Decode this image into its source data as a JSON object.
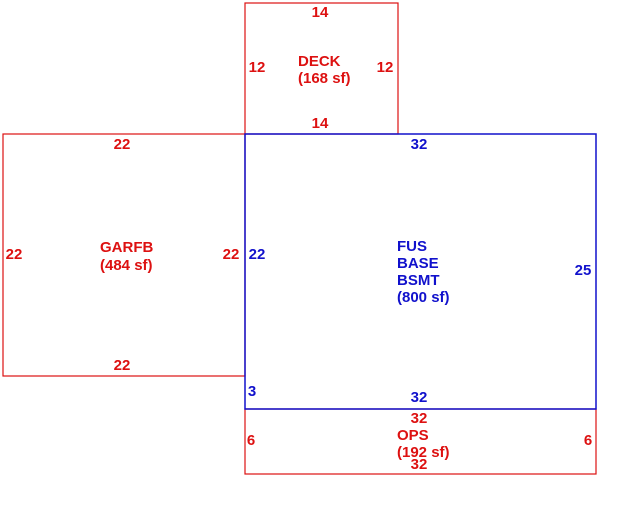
{
  "colors": {
    "red": "#dd1111",
    "blue": "#1111cc"
  },
  "areas": {
    "deck": {
      "name": "DECK",
      "area": "(168 sf)",
      "dims": {
        "top": "14",
        "bottom": "14",
        "left": "12",
        "right": "12"
      }
    },
    "garfb": {
      "name": "GARFB",
      "area": "(484 sf)",
      "dims": {
        "top": "22",
        "bottom": "22",
        "left": "22",
        "right": "22"
      }
    },
    "main": {
      "name_line1": "FUS",
      "name_line2": "BASE",
      "name_line3": "BSMT",
      "area": "(800 sf)",
      "dims": {
        "top": "32",
        "bottom": "32",
        "left": "22",
        "right": "25",
        "lower_left": "3"
      }
    },
    "ops": {
      "name": "OPS",
      "area": "(192 sf)",
      "dims": {
        "top": "32",
        "bottom": "32",
        "left": "6",
        "right": "6"
      }
    }
  }
}
